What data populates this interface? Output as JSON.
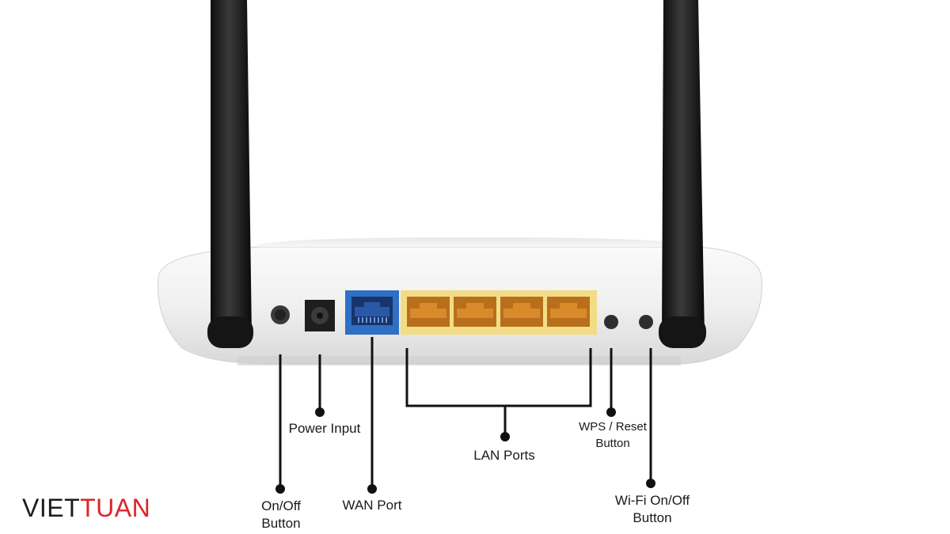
{
  "labels": {
    "power_input": "Power Input",
    "onoff_line1": "On/Off",
    "onoff_line2": "Button",
    "wan_port": "WAN Port",
    "lan_ports": "LAN Ports",
    "wps_line1": "WPS / Reset",
    "wps_line2": "Button",
    "wifi_line1": "Wi-Fi On/Off",
    "wifi_line2": "Button"
  },
  "brand": {
    "part1": "VIET",
    "part2": "TUAN"
  },
  "colors": {
    "antenna": "#1b1b1b",
    "router_body": "#f2f2f2",
    "wan_port": "#2f6fc4",
    "lan_block": "#f2dd86",
    "lan_port": "#d98a2b",
    "callout_line": "#111111",
    "brand_accent": "#d8262e"
  }
}
